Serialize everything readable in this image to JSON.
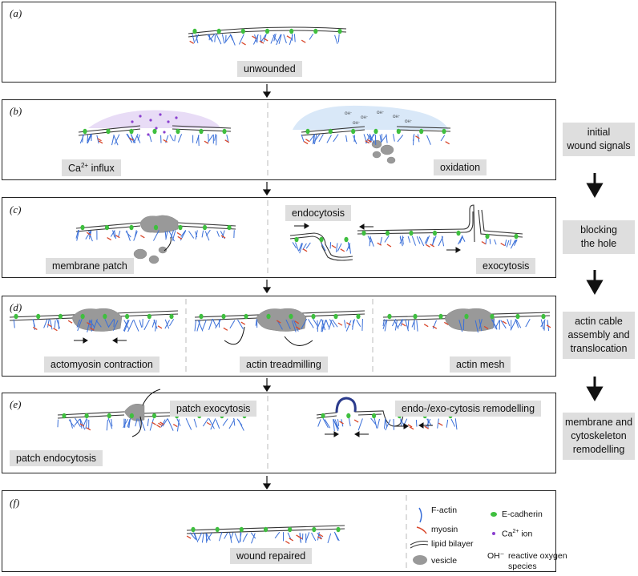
{
  "panels": [
    {
      "letter": "(a)",
      "labels": [
        "unwounded"
      ]
    },
    {
      "letter": "(b)",
      "labels": [
        "Ca2+ influx",
        "oxidation"
      ]
    },
    {
      "letter": "(c)",
      "labels": [
        "membrane patch",
        "endocytosis",
        "exocytosis"
      ]
    },
    {
      "letter": "(d)",
      "labels": [
        "actomyosin contraction",
        "actin treadmilling",
        "actin mesh"
      ]
    },
    {
      "letter": "(e)",
      "labels": [
        "patch exocytosis",
        "patch endocytosis",
        "endo-/exo-cytosis remodelling"
      ]
    },
    {
      "letter": "(f)",
      "labels": [
        "wound repaired"
      ]
    }
  ],
  "ca_text": {
    "main": "Ca",
    "sup": "2+",
    "rest": " influx"
  },
  "side": [
    {
      "line1": "initial",
      "line2": "wound signals"
    },
    {
      "line1": "blocking",
      "line2": "the hole"
    },
    {
      "line1": "actin cable",
      "line2": "assembly and",
      "line3": "translocation"
    },
    {
      "line1": "membrane and",
      "line2": "cytoskeleton",
      "line3": "remodelling"
    }
  ],
  "legend": {
    "factin": "F-actin",
    "myosin": "myosin",
    "bilayer": "lipid bilayer",
    "vesicle": "vesicle",
    "ecad": "E-cadherin",
    "ca_main": "Ca",
    "ca_sup": "2+",
    "ca_rest": " ion",
    "ros_symbol": "OH⁻",
    "ros_l1": "reactive oxygen",
    "ros_l2": "species"
  },
  "colors": {
    "actin": "#3a6fd8",
    "myosin": "#d9472b",
    "ecad": "#3fbf3f",
    "ca": "#8a3fcf",
    "vesicle": "#9a9a9a",
    "ca_cloud": "#e6d7f5",
    "ox_cloud": "#d8e8f7"
  }
}
